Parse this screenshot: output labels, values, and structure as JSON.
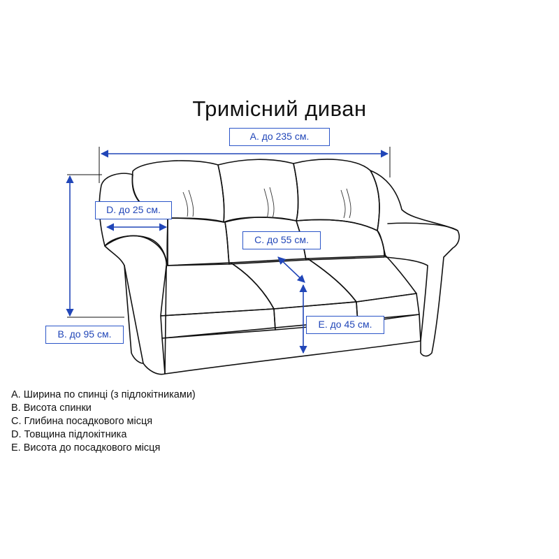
{
  "title": "Тримісний диван",
  "dimensions": {
    "A": "A. до 235 см.",
    "B": "B. до 95 см.",
    "C": "C. до 55 см.",
    "D": "D. до 25 см.",
    "E": "E. до 45 см."
  },
  "legend": [
    "A. Ширина по спинці (з підлокітниками)",
    "B. Висота спинки",
    "C. Глибина посадкового місця",
    "D. Товщина підлокітника",
    "E. Висота до посадкового місця"
  ],
  "colors": {
    "dimension": "#2146b8",
    "outline": "#111111"
  }
}
